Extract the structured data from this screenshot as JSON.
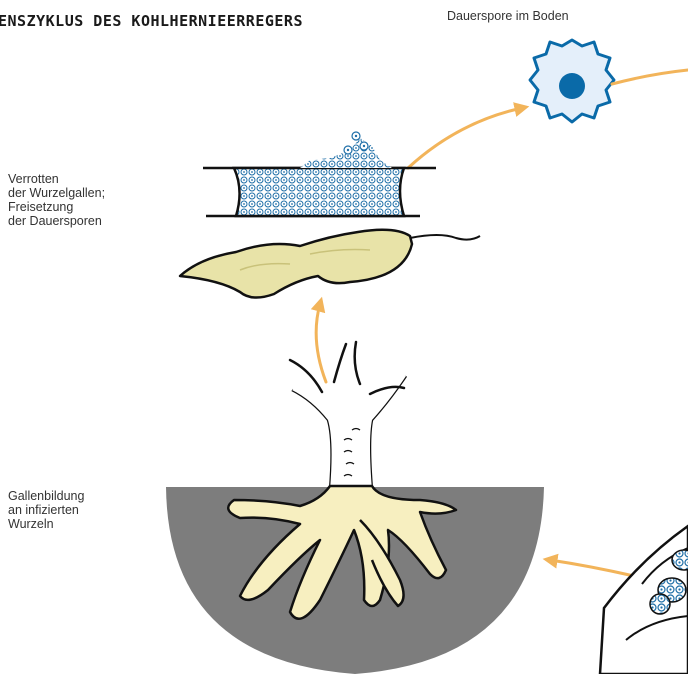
{
  "title": "ENSZYKLUS DES KOHLHERNIEERREGERS",
  "labels": {
    "spore": "Dauerspore im Boden",
    "rotting": [
      "Verrotten",
      "der Wurzelgallen;",
      "Freisetzung",
      "der Dauersporen"
    ],
    "galls": [
      "Gallenbildung",
      "an infizierten",
      "Wurzeln"
    ]
  },
  "colors": {
    "arrow": "#f2b45a",
    "spore_fill": "#0a6aa8",
    "spore_bg": "#e4effa",
    "soil": "#7d7d7d",
    "gall": "#f7efc0",
    "decay": "#e8e3a8"
  }
}
